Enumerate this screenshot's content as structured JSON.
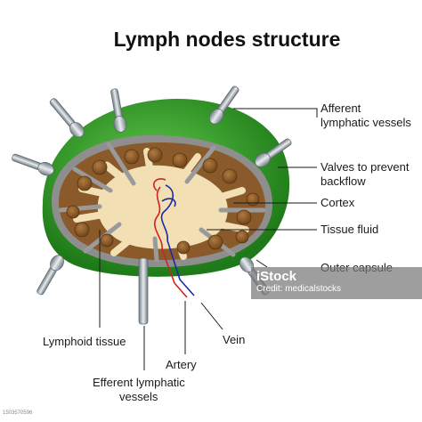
{
  "title": "Lymph nodes structure",
  "labels": {
    "afferent": [
      "Afferent",
      "lymphatic vessels"
    ],
    "valves": [
      "Valves to prevent",
      "backflow"
    ],
    "cortex": "Cortex",
    "tissue_fluid": "Tissue fluid",
    "outer_capsule": "Outer capsule",
    "lymphoid_tissue": "Lymphoid tissue",
    "vein": "Vein",
    "artery": "Artery",
    "efferent": [
      "Efferent lymphatic",
      "vessels"
    ]
  },
  "watermark": {
    "logo": "iStock",
    "credit": "Credit: medicalstocks",
    "id": "1503570596"
  },
  "colors": {
    "capsule_green": "#2f9a24",
    "node_brown": "#8a5a2a",
    "follicle": "#8b5a2b",
    "septa_gray": "#9a9a9a",
    "fluid_cream": "#f2dfb4",
    "artery_red": "#d42020",
    "vein_blue": "#1a2aa8"
  }
}
